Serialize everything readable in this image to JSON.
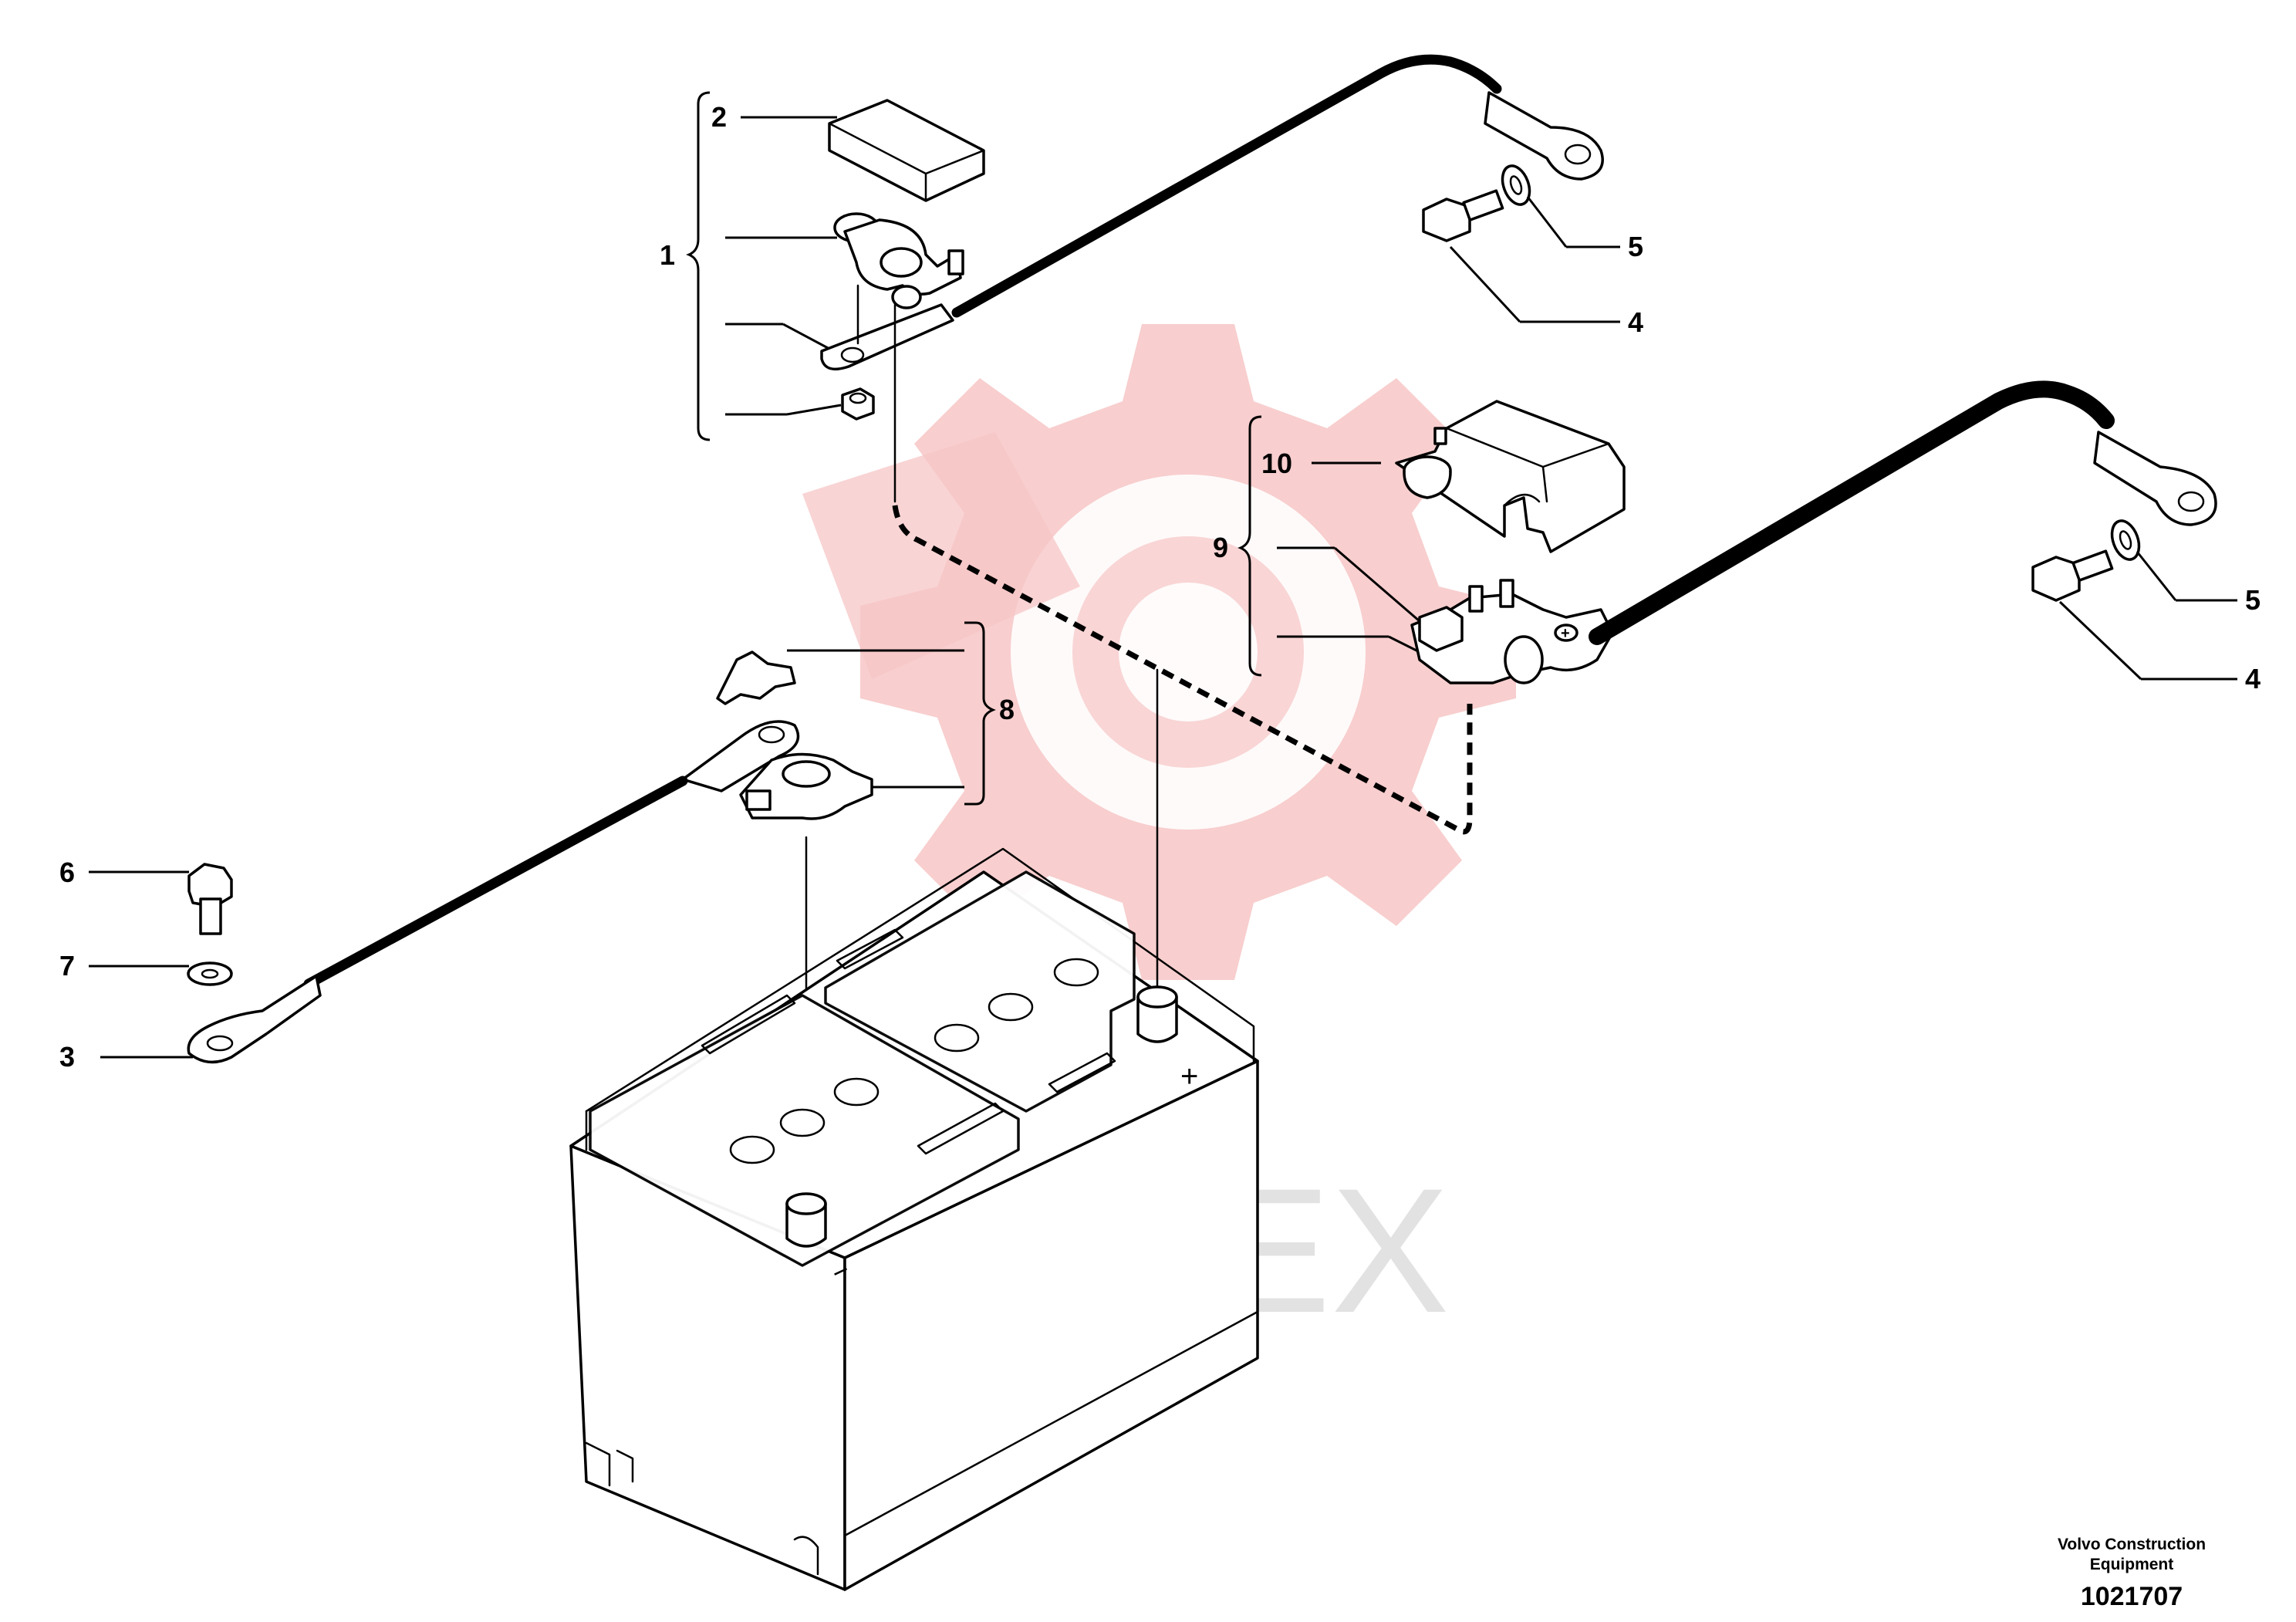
{
  "watermark": {
    "text": "ИНТЕХ",
    "gear_color": "#f7c5c5"
  },
  "callouts": [
    {
      "id": "1",
      "label": "1"
    },
    {
      "id": "2",
      "label": "2"
    },
    {
      "id": "3",
      "label": "3"
    },
    {
      "id": "4a",
      "label": "4"
    },
    {
      "id": "5a",
      "label": "5"
    },
    {
      "id": "4b",
      "label": "4"
    },
    {
      "id": "5b",
      "label": "5"
    },
    {
      "id": "6",
      "label": "6"
    },
    {
      "id": "7",
      "label": "7"
    },
    {
      "id": "8",
      "label": "8"
    },
    {
      "id": "9",
      "label": "9"
    },
    {
      "id": "10",
      "label": "10"
    }
  ],
  "battery": {
    "plus_symbol": "+",
    "minus_symbol": "−"
  },
  "footer": {
    "company_line1": "Volvo Construction",
    "company_line2": "Equipment",
    "drawing_number": "1021707"
  }
}
